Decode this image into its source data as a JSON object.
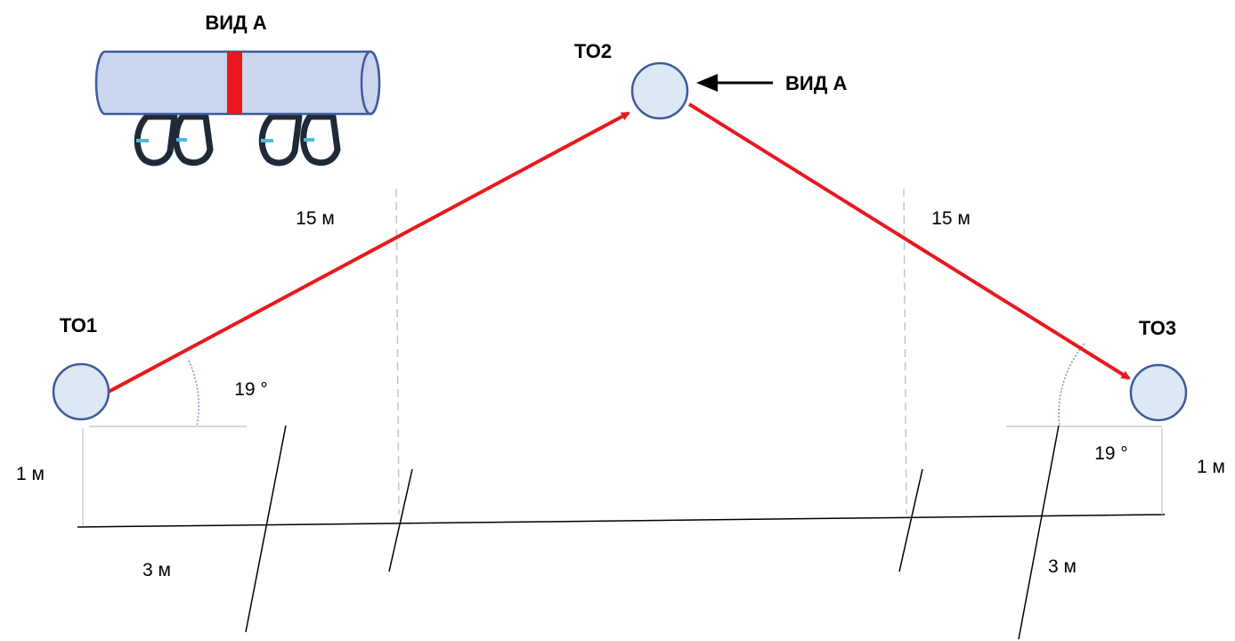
{
  "points": {
    "to1": "ТО1",
    "to2": "ТО2",
    "to3": "ТО3"
  },
  "view_label_top": "ВИД А",
  "view_label_arrow": "ВИД А",
  "measurements": {
    "span_left": "15 м",
    "span_right": "15 м",
    "angle_left": "19 °",
    "angle_right": "19 °",
    "height_left": "1 м",
    "height_right": "1 м",
    "dist_left": "3 м",
    "dist_right": "3 м"
  },
  "colors": {
    "rope": "#e8191d",
    "node_fill": "#dde8f5",
    "node_stroke": "#3f5a9a",
    "tube_fill": "#c9d6ee",
    "tube_band": "#e8191d",
    "carabiner": "#1f2a38",
    "carabiner_accent": "#52b8dd",
    "guide_line": "#c4c4c4",
    "angle_arc": "#7a93c4"
  },
  "icons": {
    "view_direction": "arrow-left-icon",
    "rigging": "rope-tube-with-carabiners-icon"
  }
}
